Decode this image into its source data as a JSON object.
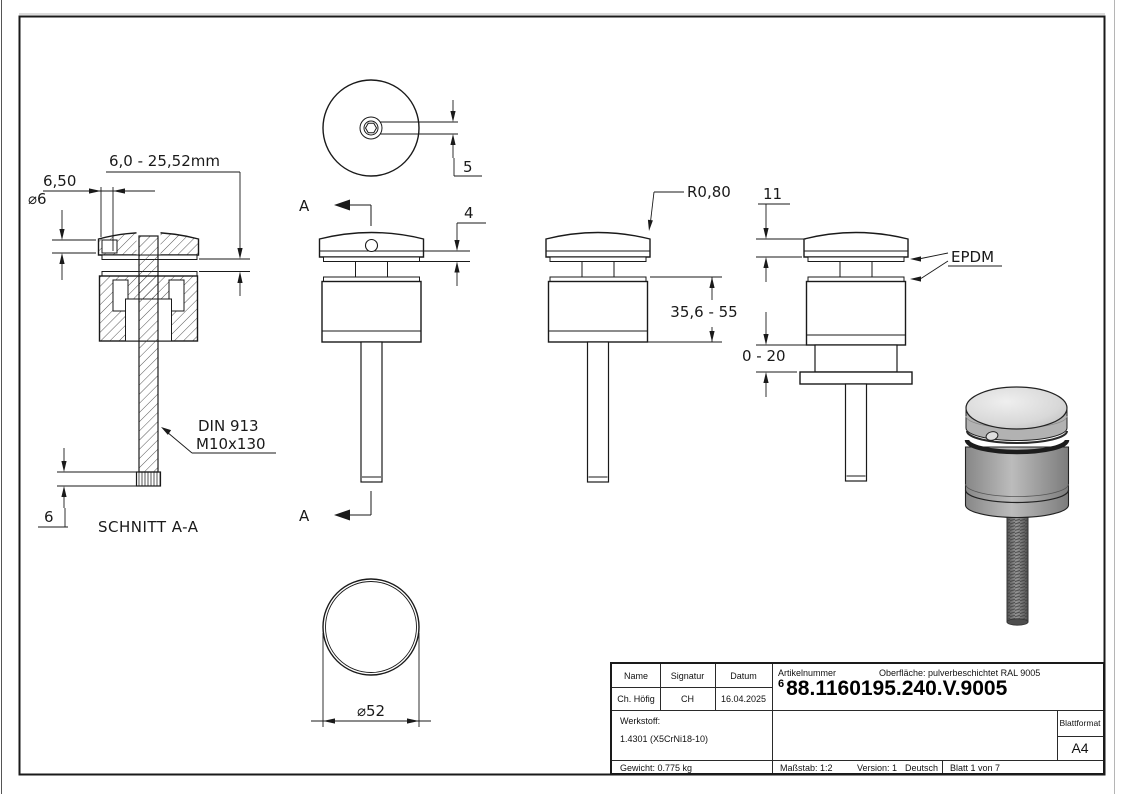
{
  "drawing": {
    "section_view": {
      "title": "SCHNITT A-A",
      "dim_clamp_range": "6,0 - 25,52mm",
      "dim_hole_depth": "6,50",
      "dim_hole_dia": "⌀6",
      "dim_wall": "6",
      "note_line1": "DIN 913",
      "note_line2": "M10x130"
    },
    "top_view": {
      "dim_slot_width": "5"
    },
    "front_view": {
      "section_marker": "A",
      "dim_gasket": "4"
    },
    "side_view": {
      "dim_cap_radius": "R0,80",
      "dim_body_range": "35,6 - 55"
    },
    "adjust_view": {
      "dim_cap_height": "11",
      "gasket_label": "EPDM",
      "dim_adjust_range": "0 - 20"
    },
    "bottom_view": {
      "dim_diameter": "⌀52"
    }
  },
  "title_block": {
    "col_headers": {
      "name": "Name",
      "signature": "Signatur",
      "date": "Datum"
    },
    "row_values": {
      "name": "Ch. Höfig",
      "signature": "CH",
      "date": "16.04.2025"
    },
    "article_label": "Artikelnummer",
    "article_sup": "6",
    "article_number": "88.1160195.240.V.9005",
    "surface": "Oberfläche:  pulverbeschichtet RAL 9005",
    "material_label": "Werkstoff:",
    "material_value": "1.4301 (X5CrNi18-10)",
    "weight": "Gewicht: 0.775 kg",
    "scale": "Maßstab: 1:2",
    "version": "Version: 1",
    "language": "Deutsch",
    "sheet": "Blatt 1 von 7",
    "format_label": "Blattformat",
    "format_value": "A4"
  }
}
